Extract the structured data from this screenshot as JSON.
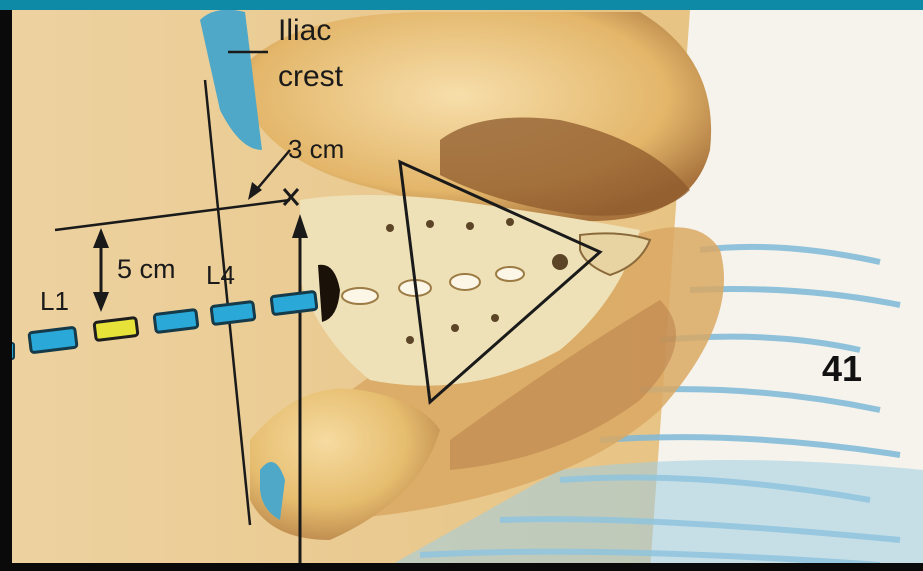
{
  "labels": {
    "iliac": "Iliac",
    "crest": "crest",
    "distance_3cm": "3 cm",
    "distance_5cm": "5 cm",
    "l1": "L1",
    "l4": "L4",
    "figure_number": "41"
  },
  "colors": {
    "frame_accent": "#0e8aa6",
    "bone": "#e8c47c",
    "bone_shadow": "#b9854a",
    "marker_blue": "#2aa8d8",
    "marker_yellow": "#e6e23a",
    "cloth_blue": "#8fc6e0",
    "ink": "#1a1a1a"
  },
  "spinous_markers": [
    {
      "color": "blue"
    },
    {
      "color": "yellow"
    },
    {
      "color": "blue"
    },
    {
      "color": "blue"
    },
    {
      "color": "blue"
    },
    {
      "color": "blue"
    }
  ]
}
